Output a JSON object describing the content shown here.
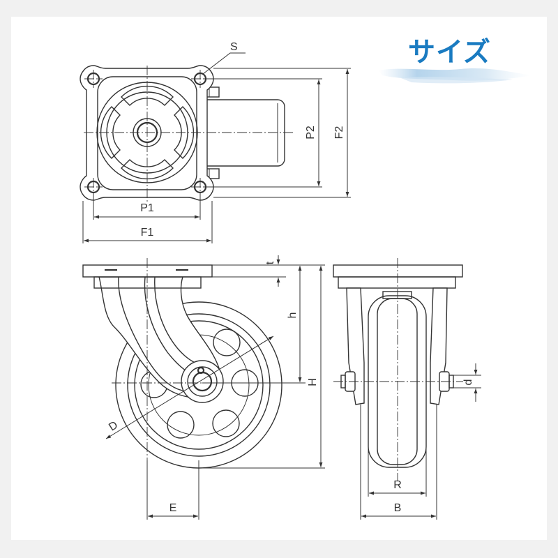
{
  "title": "サイズ",
  "colors": {
    "accent": "#1a7bc1",
    "line": "#333333",
    "background": "#f1f1f1"
  },
  "labels": {
    "S": "S",
    "P1": "P1",
    "F1": "F1",
    "P2": "P2",
    "F2": "F2",
    "t": "t",
    "h": "h",
    "H": "H",
    "d": "d",
    "D": "D",
    "E": "E",
    "R": "R",
    "B": "B"
  }
}
